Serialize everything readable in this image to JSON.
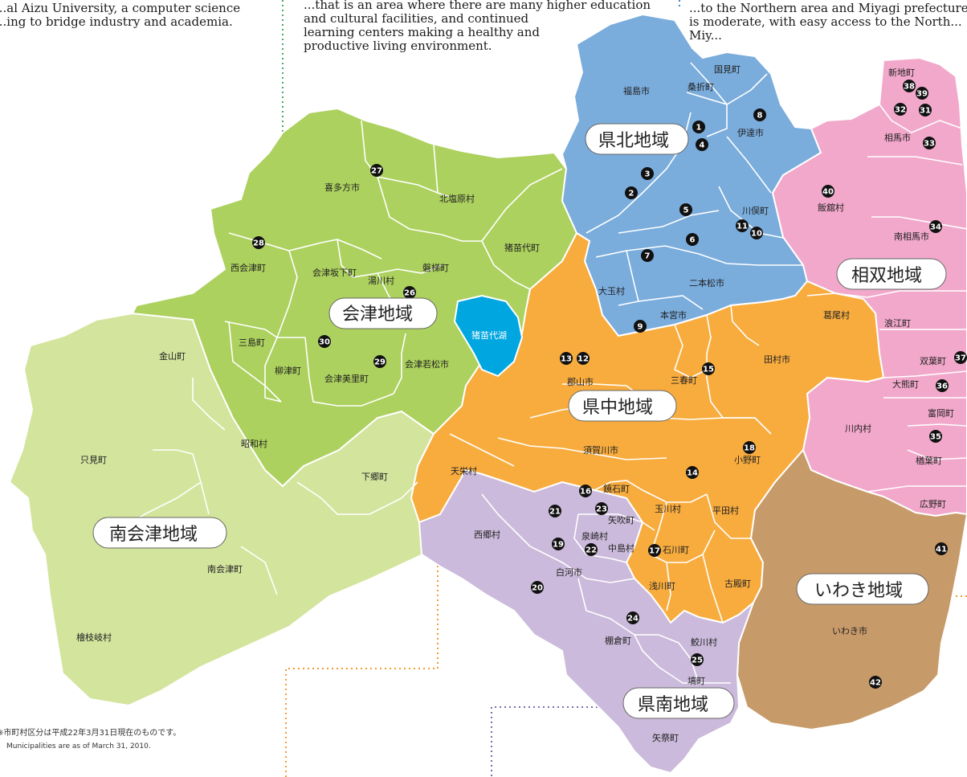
{
  "header_text": {
    "left": "...al Aizu University, a computer science\n...ing to bridge industry and academia.",
    "middle": "...that is an area where there are many higher education\nand cultural facilities, and continued\nlearning centers making a healthy and\nproductive living environment.",
    "right": "...to the Northern area and Miyagi prefecture\nis moderate, with easy access to the North...\nMiy..."
  },
  "colors": {
    "kenpoku": "#7aacdc",
    "soso": "#f2a8cb",
    "aizu": "#acd15e",
    "minami_aizu": "#d3e49d",
    "kenchu": "#f8ac3e",
    "iwaki": "#c79a69",
    "kennan": "#cbbadb",
    "lake": "#00a6e0",
    "border": "#ffffff",
    "dot_green": "#4aa86a",
    "dot_orange": "#f39a32",
    "dot_purple": "#7a6cb0"
  },
  "regions": {
    "kenpoku": "県北地域",
    "soso": "相双地域",
    "aizu": "会津地域",
    "minami_aizu": "南会津地域",
    "kenchu": "県中地域",
    "iwaki": "いわき地域",
    "kennan": "県南地域"
  },
  "municipalities": {
    "fukushima": "福島市",
    "kunimi": "国見町",
    "koori": "桑折町",
    "date": "伊達市",
    "kawamata": "川俣町",
    "nihonmatsu": "二本松市",
    "otama": "大玉村",
    "motomiya": "本宮市",
    "shinchi": "新地町",
    "soma": "相馬市",
    "iitate": "飯舘村",
    "minamisoma": "南相馬市",
    "katsurao": "葛尾村",
    "namie": "浪江町",
    "futaba": "双葉町",
    "okuma": "大熊町",
    "tomioka": "富岡町",
    "kawauchi": "川内村",
    "naraha": "楢葉町",
    "hirono": "広野町",
    "iwaki": "いわき市",
    "kitakata": "喜多方市",
    "kitashiobara": "北塩原村",
    "inawashiro": "猪苗代町",
    "nishiaizu": "西会津町",
    "aizubange": "会津坂下町",
    "yugawa": "湯川村",
    "bandai": "磐梯町",
    "lake": "猪苗代湖",
    "mishima": "三島町",
    "kaneyama": "金山町",
    "yanaizu": "柳津町",
    "aizumisato": "会津美里町",
    "aizuwakamatsu": "会津若松市",
    "showa": "昭和村",
    "tadami": "只見町",
    "shimogo": "下郷町",
    "minamiaizu": "南会津町",
    "hinoemata": "檜枝岐村",
    "koriyama": "郡山市",
    "miharu": "三春町",
    "tamura": "田村市",
    "sukagawa": "須賀川市",
    "ono": "小野町",
    "tenei": "天栄村",
    "kagamiishi": "鏡石町",
    "tamakawa": "玉川村",
    "hirata": "平田村",
    "ishikawa": "石川町",
    "asakawa": "浅川町",
    "furudono": "古殿町",
    "nishigo": "西郷村",
    "yabuki": "矢吹町",
    "izumizaki": "泉崎村",
    "nakajima": "中島村",
    "shirakawa": "白河市",
    "tanagura": "棚倉町",
    "samegawa": "鮫川村",
    "hanawa": "塙町",
    "yamatsuri": "矢祭町"
  },
  "markers": [
    "1",
    "2",
    "3",
    "4",
    "5",
    "6",
    "7",
    "8",
    "9",
    "10",
    "11",
    "12",
    "13",
    "14",
    "15",
    "16",
    "17",
    "18",
    "19",
    "20",
    "21",
    "22",
    "23",
    "24",
    "25",
    "26",
    "27",
    "28",
    "29",
    "30",
    "31",
    "32",
    "33",
    "34",
    "35",
    "36",
    "37",
    "38",
    "39",
    "40",
    "41",
    "42"
  ],
  "notes": {
    "jp": "※市町村区分は平成22年3月31日現在のものです。",
    "en": "Municipalities are as of March 31, 2010."
  }
}
